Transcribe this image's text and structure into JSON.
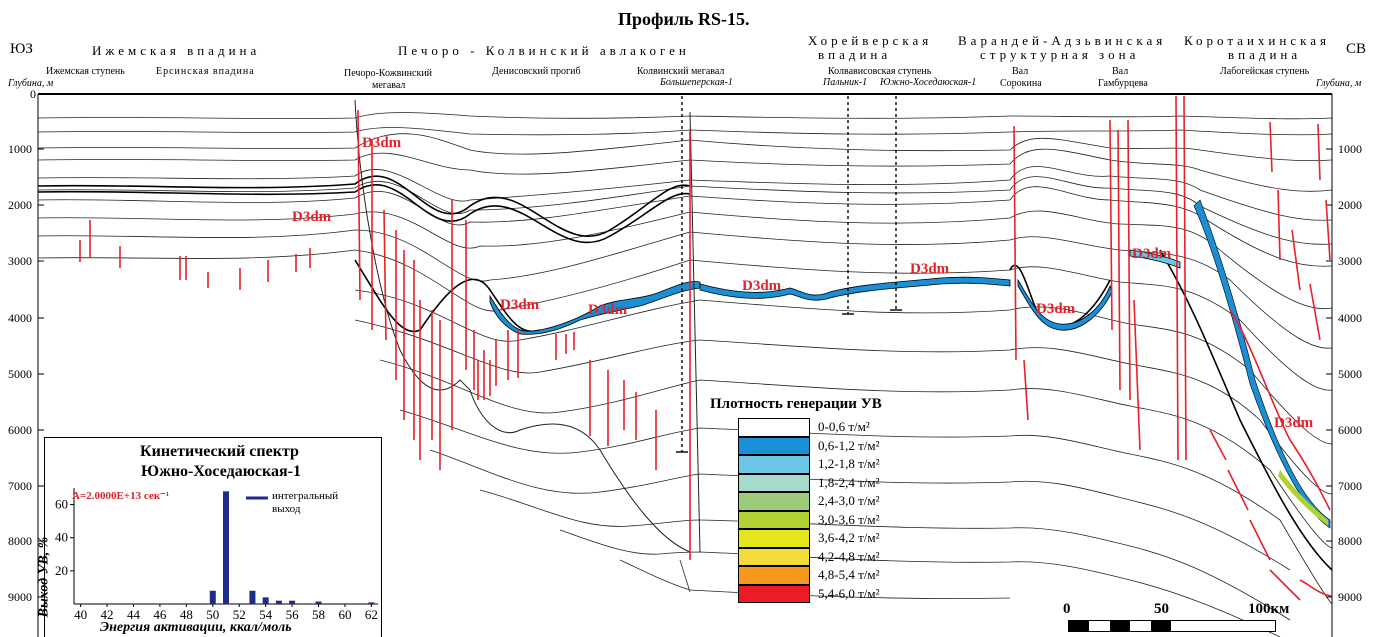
{
  "title": "Профиль RS-15.",
  "header": {
    "left_direction": "ЮЗ",
    "right_direction": "СВ",
    "depth_label_left": "Глубина, м",
    "depth_label_right": "Глубина, м",
    "regions": [
      {
        "name": "Ижемская впадина"
      },
      {
        "name": "Печоро - Колвинский авлакоген"
      },
      {
        "name_line1": "Хорейверская",
        "name_line2": "впадина"
      },
      {
        "name_line1": "Варандей-Адзьвинская",
        "name_line2": "структурная зона"
      },
      {
        "name_line1": "Коротаихинская",
        "name_line2": "впадина"
      }
    ],
    "subregions": [
      "Ижемская ступень",
      "Ерсинская впадина",
      "Печоро-Кожвинский",
      "мегавал",
      "Денисовский прогиб",
      "Колвинский мегавал",
      "Колвависовская ступень",
      "Вал",
      "Сорокина",
      "Вал",
      "Гамбурцева",
      "Лабогейская ступень"
    ],
    "wells": [
      "Большеперская-1",
      "Пальник-1",
      "Южно-Хоседаюская-1"
    ]
  },
  "depth_ticks": [
    "0",
    "1000",
    "2000",
    "3000",
    "4000",
    "5000",
    "6000",
    "7000",
    "8000",
    "9000"
  ],
  "formation_label": "D3dm",
  "legend": {
    "title": "Плотность генерации УВ",
    "items": [
      {
        "label": "0-0,6 т/м²",
        "color": "#ffffff"
      },
      {
        "label": "0,6-1,2 т/м²",
        "color": "#1a8fd6"
      },
      {
        "label": "1,2-1,8 т/м²",
        "color": "#6cc6e8"
      },
      {
        "label": "1,8-2,4 т/м²",
        "color": "#a6dacb"
      },
      {
        "label": "2,4-3,0 т/м²",
        "color": "#9ccc7a"
      },
      {
        "label": "3,0-3,6 т/м²",
        "color": "#b2d234"
      },
      {
        "label": "3,6-4,2 т/м²",
        "color": "#e5e51c"
      },
      {
        "label": "4,2-4,8 т/м²",
        "color": "#f3dc3a"
      },
      {
        "label": "4,8-5,4 т/м²",
        "color": "#f59a1f"
      },
      {
        "label": "5,4-6,0 т/м²",
        "color": "#ed1c24"
      }
    ]
  },
  "kinetic": {
    "title_line1": "Кинетический спектр",
    "title_line2": "Южно-Хоседаюская-1",
    "a_label": "A=2.0000E+13 сек⁻¹",
    "legend_label_line1": "интегральный",
    "legend_label_line2": "выход",
    "ylabel": "Выход УВ, %",
    "xlabel": "Энергия активации, ккал/моль",
    "x_ticks": [
      "40",
      "42",
      "44",
      "46",
      "48",
      "50",
      "52",
      "54",
      "56",
      "58",
      "60",
      "62"
    ],
    "y_ticks": [
      "20",
      "40",
      "60"
    ]
  },
  "scale_bar": {
    "labels": [
      "0",
      "50",
      "100км"
    ]
  },
  "chart_data": {
    "type": "bar",
    "title": "Кинетический спектр Южно-Хоседаюская-1",
    "xlabel": "Энергия активации, ккал/моль",
    "ylabel": "Выход УВ, %",
    "categories": [
      50,
      51,
      53,
      54,
      55,
      56,
      58,
      62
    ],
    "values": [
      8,
      68,
      8,
      4,
      2,
      2,
      1.5,
      1
    ],
    "xlim": [
      39.5,
      62.5
    ],
    "ylim": [
      0,
      70
    ],
    "bar_color": "#1f2c8e"
  }
}
